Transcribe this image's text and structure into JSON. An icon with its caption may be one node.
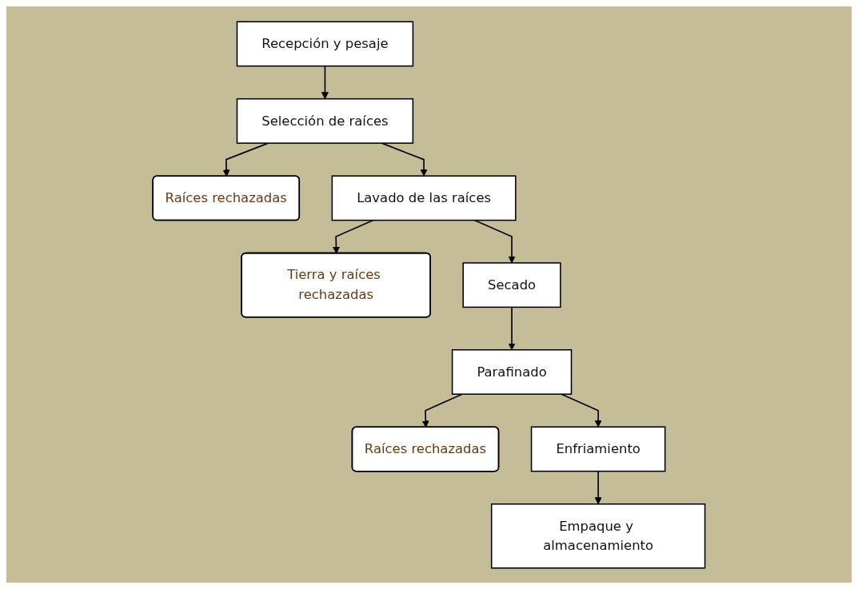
{
  "diagram": {
    "nodes": [
      {
        "text": [
          "Recepción y pesaje"
        ]
      },
      {
        "text": [
          "Selección de raíces"
        ]
      },
      {
        "text": [
          "Raíces rechazadas"
        ]
      },
      {
        "text": [
          "Lavado de las raíces"
        ]
      },
      {
        "text": [
          "Tierra y raíces rechazadas"
        ]
      },
      {
        "text": [
          "Secado"
        ]
      },
      {
        "text": [
          "Parafinado"
        ]
      },
      {
        "text": [
          "Raíces rechazadas"
        ]
      },
      {
        "text": [
          "Enfriamiento"
        ]
      },
      {
        "text": [
          "Empaque y almacenamiento"
        ]
      }
    ],
    "edges": [
      {
        "from": 0,
        "to": 1,
        "arrow": "to"
      },
      {
        "from": 1,
        "to": 3,
        "arrow": "to"
      },
      {
        "from": 1,
        "to": 2,
        "arrow": "to"
      },
      {
        "from": 3,
        "to": 5,
        "arrow": "to"
      },
      {
        "from": 3,
        "to": 4,
        "arrow": "to"
      },
      {
        "from": 5,
        "to": 6,
        "arrow": "to"
      },
      {
        "from": 6,
        "to": 8,
        "arrow": "to"
      },
      {
        "from": 6,
        "to": 7,
        "arrow": "to"
      },
      {
        "from": 8,
        "to": 9,
        "arrow": "to"
      }
    ]
  }
}
